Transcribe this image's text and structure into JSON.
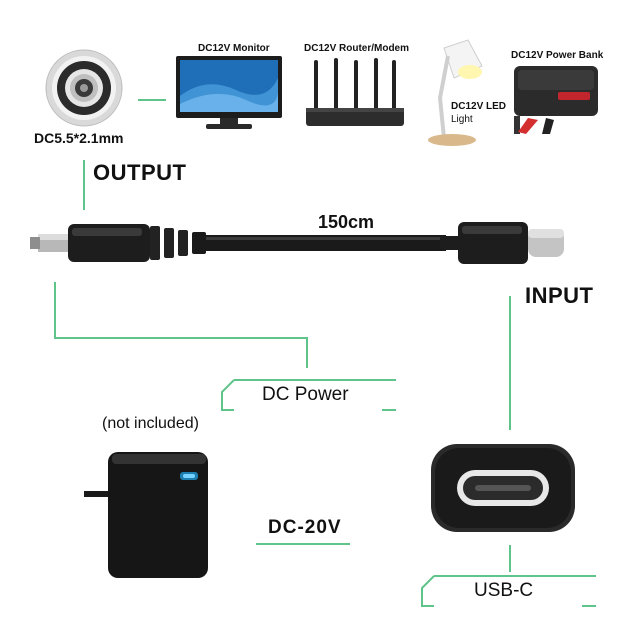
{
  "connector_spec": "DC5.5*2.1mm",
  "output_label": "OUTPUT",
  "input_label": "INPUT",
  "cable_length": "150cm",
  "devices": {
    "monitor": "DC12V Monitor",
    "router": "DC12V Router/Modem",
    "lamp_line1": "DC12V LED",
    "lamp_line2": "Light",
    "power_bank": "DC12V Power Bank"
  },
  "dc_power_tag": "DC Power",
  "not_included": "(not included)",
  "voltage_tag": "DC-20V",
  "usbc_tag": "USB-C",
  "colors": {
    "accent_green": "#5fc48a",
    "cable": "#1a1a1a",
    "text": "#111111"
  }
}
